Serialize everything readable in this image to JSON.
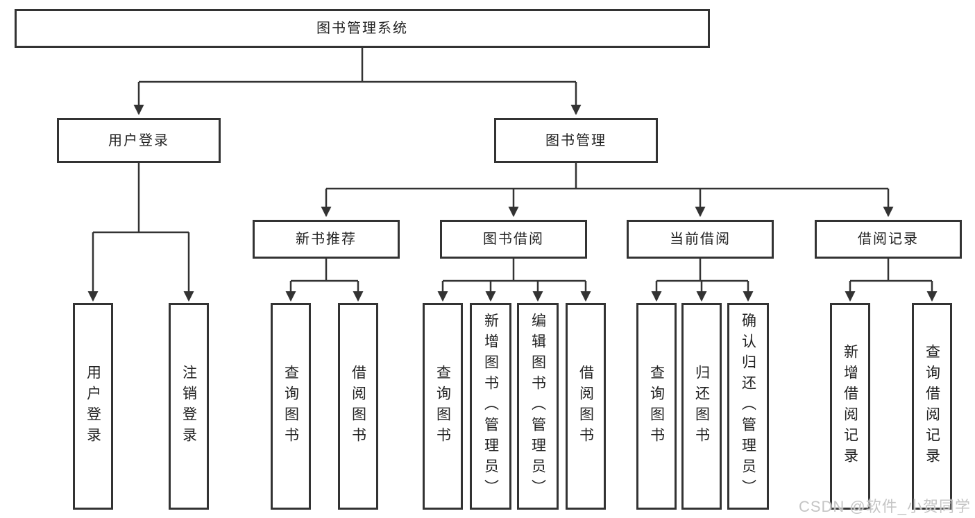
{
  "colors": {
    "line": "#333333",
    "border": "#333333",
    "text": "#222222",
    "background": "#ffffff",
    "watermark": "#c5c5c5"
  },
  "diagram": {
    "root": "图书管理系统",
    "branches": {
      "user_login": "用户登录",
      "book_management": "图书管理"
    },
    "user_login_children": [
      "用户登录",
      "注销登录"
    ],
    "book_management_children": {
      "new_books": "新书推荐",
      "book_borrow": "图书借阅",
      "current_borrow": "当前借阅",
      "borrow_records": "借阅记录"
    },
    "new_books_children": [
      "查询图书",
      "借阅图书"
    ],
    "book_borrow_children": [
      "查询图书",
      "新增图书（管理员）",
      "编辑图书（管理员）",
      "借阅图书"
    ],
    "current_borrow_children": [
      "查询图书",
      "归还图书",
      "确认归还（管理员）"
    ],
    "borrow_records_children": [
      "新增借阅记录",
      "查询借阅记录"
    ]
  },
  "watermark": "CSDN @软件_小贺同学"
}
